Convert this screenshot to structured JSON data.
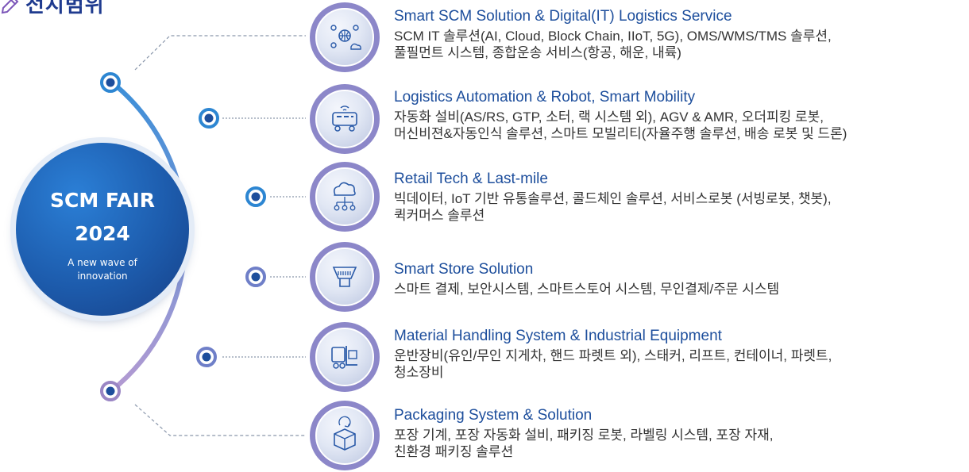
{
  "header": {
    "title": "전시범위"
  },
  "center": {
    "name": "SCM FAIR",
    "year": "2024",
    "subtitle": "A new wave of innovation"
  },
  "colors": {
    "primary": "#1d4e9c",
    "arc_start": "#3b8fd8",
    "arc_end": "#b49ad2",
    "text": "#333333"
  },
  "categories": [
    {
      "icon": "supply-chain-network-icon",
      "title": "Smart SCM Solution & Digital(IT) Logistics Service",
      "lines": [
        "SCM IT 솔루션(AI, Cloud, Block Chain, IIoT, 5G), OMS/WMS/TMS 솔루션,",
        "풀필먼트 시스템, 종합운송 서비스(항공, 해운, 내륙)"
      ]
    },
    {
      "icon": "autonomous-robot-icon",
      "title": "Logistics Automation & Robot, Smart Mobility",
      "lines": [
        "자동화 설비(AS/RS, GTP, 소터, 랙 시스템 외), AGV & AMR, 오더피킹 로봇,",
        "머신비젼&자동인식 솔루션, 스마트 모빌리티(자율주행 솔루션, 배송 로봇 및 드론)"
      ]
    },
    {
      "icon": "cloud-network-icon",
      "title": "Retail Tech & Last-mile",
      "lines": [
        "빅데이터, IoT 기반 유통솔루션, 콜드체인 솔루션, 서비스로봇 (서빙로봇, 챗봇),",
        "퀵커머스 솔루션"
      ]
    },
    {
      "icon": "barcode-scanner-icon",
      "title": "Smart Store Solution",
      "lines": [
        "스마트 결제, 보안시스템, 스마트스토어 시스템, 무인결제/주문 시스템"
      ]
    },
    {
      "icon": "forklift-icon",
      "title": "Material Handling System & Industrial Equipment",
      "lines": [
        "운반장비(유인/무인 지게차, 핸드 파렛트 외), 스태커, 리프트, 컨테이너, 파렛트,",
        "청소장비"
      ]
    },
    {
      "icon": "package-icon",
      "title": "Packaging System & Solution",
      "lines": [
        "포장 기계, 포장 자동화 설비, 패키징 로봇, 라벨링 시스템, 포장 자재,",
        "친환경 패키징 솔루션"
      ]
    }
  ]
}
